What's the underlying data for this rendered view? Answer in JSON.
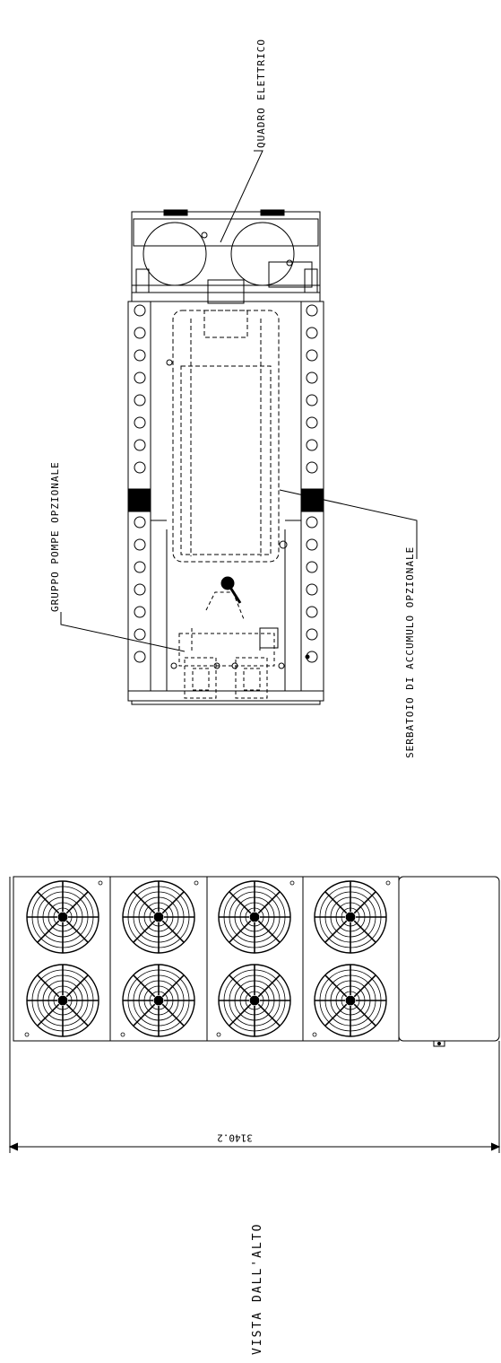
{
  "labels": {
    "quadro": "QUADRO ELETTRICO",
    "pompe": "GRUPPO POMPE OPZIONALE",
    "serbatoio": "SERBATOIO DI ACCUMULO OPZIONALE",
    "vista": "VISTA DALL'ALTO",
    "dimension": "3140.2"
  },
  "colors": {
    "line": "#000000",
    "background": "#ffffff"
  },
  "fan_units": 8
}
